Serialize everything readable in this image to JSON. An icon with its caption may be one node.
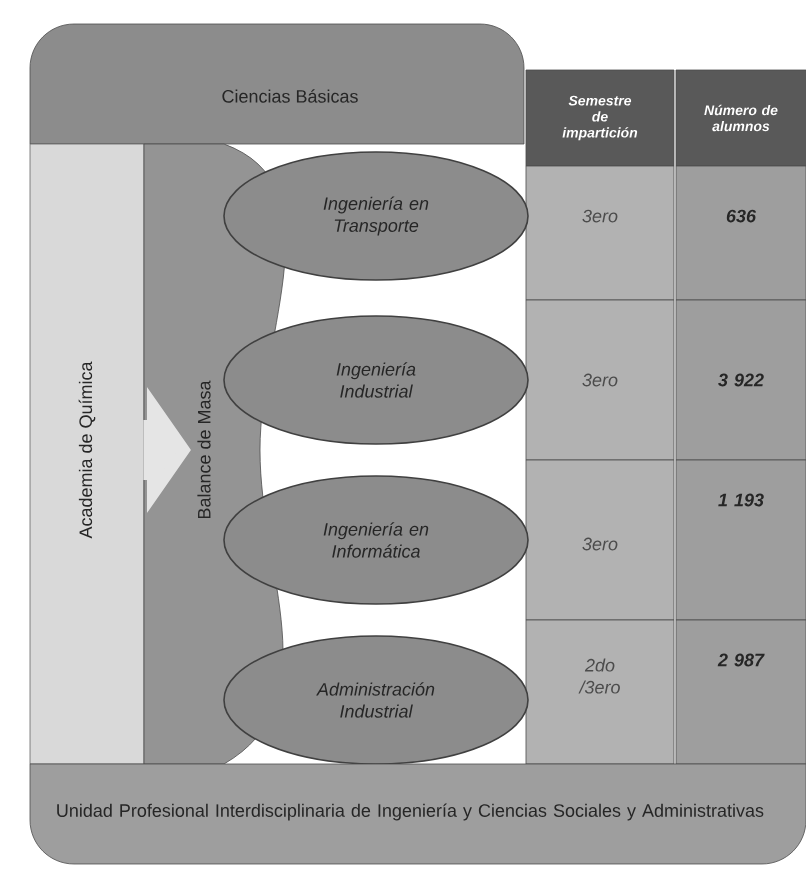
{
  "diagram": {
    "nodes": [
      {
        "text": [
          "Ciencias Básicas"
        ]
      },
      {
        "text": [
          "Academia de Química"
        ]
      },
      {
        "text": [
          "Balance de Masa"
        ]
      },
      {
        "text": [
          "Ingeniería en Transporte"
        ]
      },
      {
        "text": [
          "Ingeniería Industrial"
        ]
      },
      {
        "text": [
          "Ingeniería en Informática"
        ]
      },
      {
        "text": [
          "Administración Industrial"
        ]
      },
      {
        "text": [
          "Unidad Profesional Interdisciplinaria de Ingeniería y Ciencias Sociales y Administrativas"
        ]
      }
    ],
    "edges": [
      {
        "from": 1,
        "to": 2,
        "arrow": "to"
      }
    ],
    "labels": [
      "Semestre de impartición",
      "Número de alumnos",
      "3ero",
      "636",
      "3ero",
      "3 922",
      "3ero",
      "1 193",
      "2do /3ero",
      "2 987"
    ]
  }
}
